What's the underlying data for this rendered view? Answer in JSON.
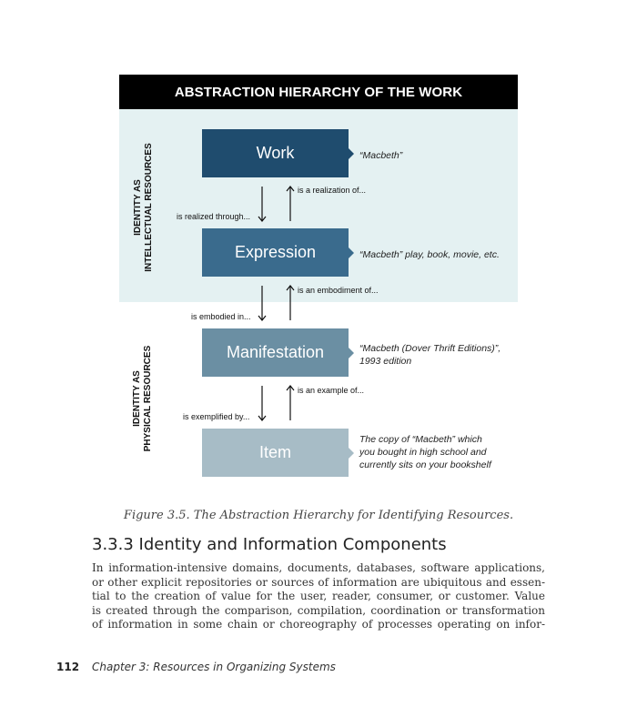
{
  "figure": {
    "title": "ABSTRACTION HIERARCHY OF THE WORK",
    "group_labels": {
      "intellectual": [
        "IDENTITY AS",
        "INTELLECTUAL RESOURCES"
      ],
      "physical": [
        "IDENTITY AS",
        "PHYSICAL RESOURCES"
      ]
    },
    "levels": [
      {
        "name": "Work",
        "description": [
          "“Macbeth”"
        ],
        "color": "#1f4c6e"
      },
      {
        "name": "Expression",
        "description": [
          "“Macbeth” play, book, movie, etc."
        ],
        "color": "#3a6b8d"
      },
      {
        "name": "Manifestation",
        "description": [
          "“Macbeth (Dover Thrift Editions)”,",
          "1993 edition"
        ],
        "color": "#6b8fa3"
      },
      {
        "name": "Item",
        "description": [
          "The copy of “Macbeth” which",
          "you bought in high school and",
          "currently sits on your bookshelf"
        ],
        "color": "#a7bcc6"
      }
    ],
    "relations": [
      {
        "down": "is realized through...",
        "up": "is a realization of..."
      },
      {
        "down": "is embodied in...",
        "up": "is an embodiment of..."
      },
      {
        "down": "is exemplified by...",
        "up": "is an example of..."
      }
    ],
    "intellectual_bg_color": "#e4f1f2"
  },
  "caption": "Figure 3.5. The Abstraction Hierarchy for Identifying Resources.",
  "section_heading": "3.3.3 Identity and Information Components",
  "paragraph_lines": [
    "In information-intensive domains, documents, databases, software applications,",
    "or other explicit repositories or sources of information are ubiquitous and essen-",
    "tial to the creation of value for the user, reader, consumer, or customer. Value",
    "is created through the comparison, compilation, coordination or transformation",
    "of information in some chain or choreography of processes operating on infor-"
  ],
  "footer": {
    "page_number": "112",
    "chapter": "Chapter 3: Resources in Organizing Systems"
  }
}
